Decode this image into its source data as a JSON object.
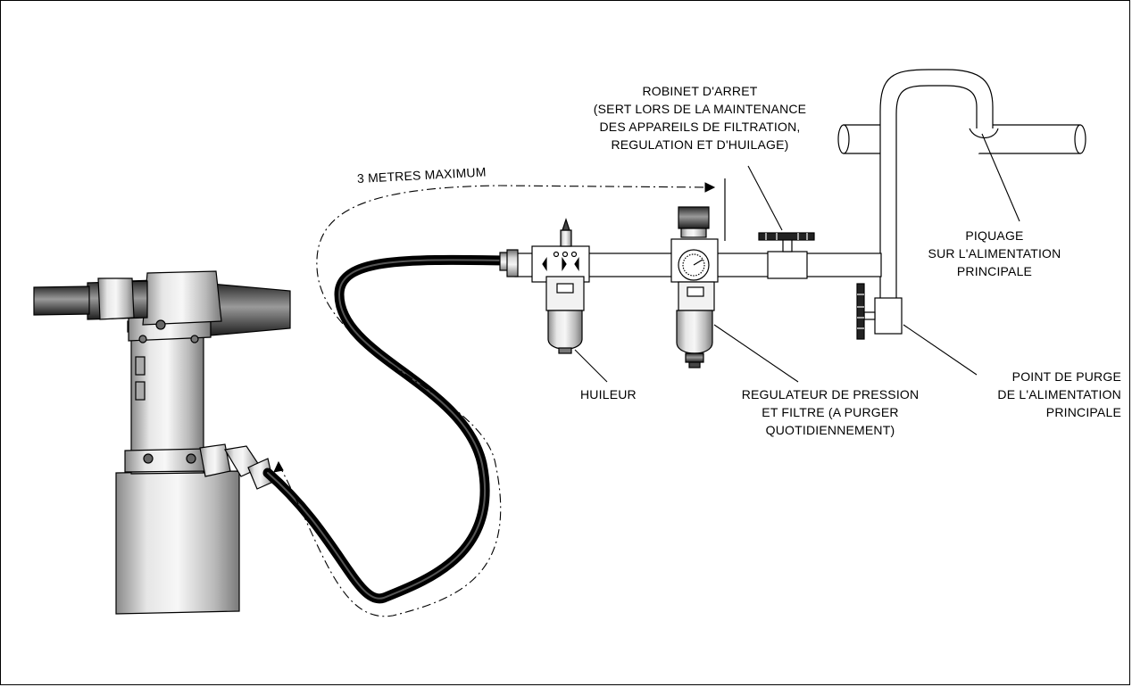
{
  "labels": {
    "distance": "3 METRES MAXIMUM",
    "shutoff_valve": [
      "ROBINET D'ARRET",
      "(SERT LORS DE LA MAINTENANCE",
      "DES APPAREILS DE FILTRATION,",
      "REGULATION ET D'HUILAGE)"
    ],
    "tap": [
      "PIQUAGE",
      "SUR L'ALIMENTATION",
      "PRINCIPALE"
    ],
    "oiler": "HUILEUR",
    "regulator_filter": [
      "REGULATEUR DE PRESSION",
      "ET FILTRE (A PURGER",
      "QUOTIDIENNEMENT)"
    ],
    "drain_point": [
      "POINT DE PURGE",
      "DE L'ALIMENTATION",
      "PRINCIPALE"
    ]
  }
}
